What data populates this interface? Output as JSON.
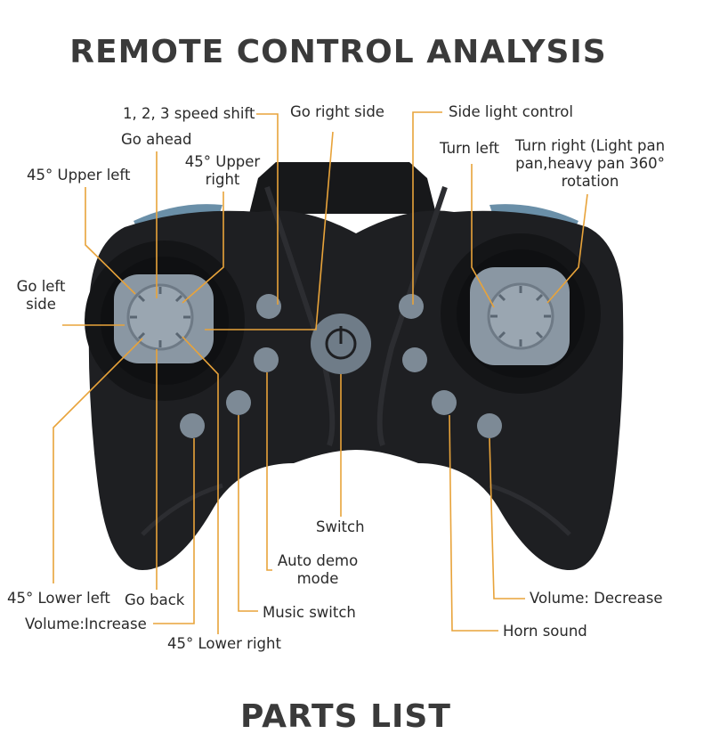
{
  "title": "REMOTE CONTROL ANALYSIS",
  "next_heading": "PARTS LIST",
  "colors": {
    "leader": "#e8a33a",
    "body": "#1e1f22",
    "button": "#7d8a96"
  },
  "labels": {
    "speed_shift": "1, 2, 3 speed shift",
    "go_right_side": "Go right side",
    "side_light_control": "Side light control",
    "go_ahead": "Go ahead",
    "upper_right_1": "45° Upper",
    "upper_right_2": "right",
    "upper_left": "45° Upper left",
    "turn_left": "Turn left",
    "turn_right_1": "Turn right (Light pan",
    "turn_right_2": "pan,heavy pan 360°",
    "turn_right_3": "rotation",
    "go_left_1": "Go left",
    "go_left_2": "side",
    "switch": "Switch",
    "auto_demo_1": "Auto demo",
    "auto_demo_2": "mode",
    "lower_left": "45° Lower left",
    "go_back": "Go back",
    "volume_decrease": "Volume: Decrease",
    "music_switch": "Music switch",
    "volume_increase": "Volume:Increase",
    "horn_sound": "Horn sound",
    "lower_right": "45° Lower right"
  }
}
